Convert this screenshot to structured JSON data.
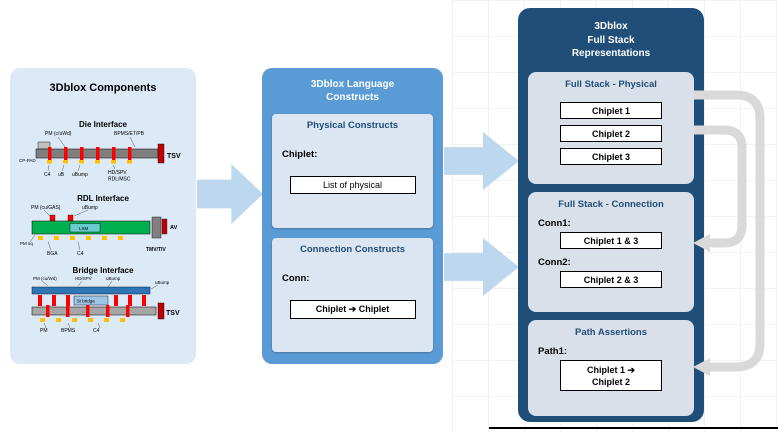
{
  "colors": {
    "left_panel": "#dce9f7",
    "mid_panel": "#5b9bd5",
    "right_panel": "#1f4e79",
    "inner_box": "#d9e0ea",
    "flow_arrow": "#bdd7ee",
    "loop_connector": "#d9d9d9",
    "header_text": "#1f4e79"
  },
  "components": {
    "title": "3Dblox Components",
    "die": {
      "title": "Die Interface",
      "labels": {
        "pm": "PM (c/uWd)",
        "bpms": "BPMS/ET/PB",
        "tsv": "TSV",
        "cp_pad": "CP-PAD",
        "c4": "C4",
        "ub": "uB",
        "ubump": "uBump",
        "hd_spv": "HD/SPV",
        "rdl_msc": "RDL/MSC"
      }
    },
    "rdl": {
      "title": "RDL Interface",
      "labels": {
        "pm": "PM (cu/GAS)",
        "ubump": "uBump",
        "lsm": "LSM",
        "av": "AV",
        "pm_sq": "PM sq",
        "bga": "BGA",
        "c4": "C4",
        "tmv": "TMV/TIV"
      }
    },
    "bridge": {
      "title": "Bridge Interface",
      "labels": {
        "pm": "PM (cu/Wd)",
        "hd_spv": "HD/SPV",
        "ubump": "uBump",
        "ubump2": "uBump",
        "si": "Si bridge",
        "tsv": "TSV",
        "pm2": "PM",
        "bpms": "BPMS",
        "c4": "C4"
      }
    }
  },
  "language": {
    "title_line1": "3Dblox Language",
    "title_line2": "Constructs",
    "physical": {
      "header": "Physical Constructs",
      "label": "Chiplet:",
      "item": "List of physical"
    },
    "connection": {
      "header": "Connection Constructs",
      "label": "Conn:",
      "item": "Chiplet ➔ Chiplet"
    }
  },
  "fullstack": {
    "title_line1": "3Dblox",
    "title_line2": "Full Stack",
    "title_line3": "Representations",
    "physical": {
      "header": "Full Stack - Physical",
      "items": [
        "Chiplet 1",
        "Chiplet 2",
        "Chiplet 3"
      ]
    },
    "connection": {
      "header": "Full Stack - Connection",
      "conn1_label": "Conn1:",
      "conn1_item": "Chiplet 1 & 3",
      "conn2_label": "Conn2:",
      "conn2_item": "Chiplet 2 & 3"
    },
    "path": {
      "header": "Path Assertions",
      "path1_label": "Path1:",
      "path1_item_line1": "Chiplet 1 ➔",
      "path1_item_line2": "Chiplet 2"
    }
  }
}
